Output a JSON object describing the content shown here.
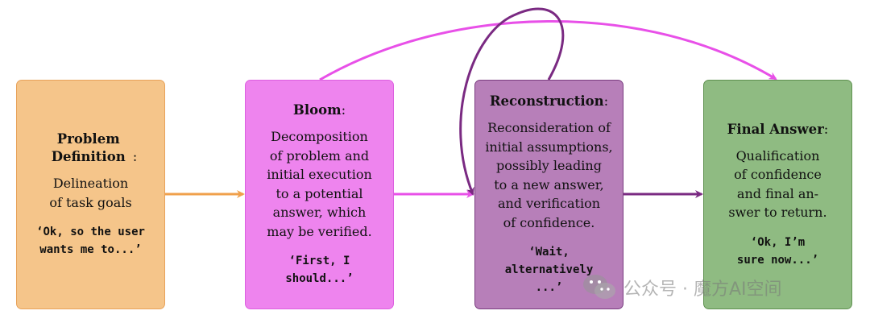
{
  "boxes": [
    {
      "title": "Problem Definition",
      "desc": "Delineation\nof task goals",
      "quote": "‘Ok, so the user\nwants me to...’",
      "color": "#f5c58a"
    },
    {
      "title": "Bloom",
      "desc": "Decomposition\nof problem and\ninitial execution\nto a potential\nanswer, which\nmay be verified.",
      "quote": "‘First, I\nshould...’",
      "color": "#ee84ee"
    },
    {
      "title": "Reconstruction",
      "desc": "Reconsideration of\ninitial assumptions,\npossibly leading\nto a new answer,\nand verification\nof confidence.",
      "quote": "‘Wait,\nalternatively\n...’",
      "color": "#b77fb9"
    },
    {
      "title": "Final Answer",
      "desc": "Qualification\nof confidence\nand final an-\nswer to return.",
      "quote": "‘Ok, I’m\nsure now...’",
      "color": "#8fbb82"
    }
  ],
  "colon": ":",
  "arrow_colors": {
    "orange": "#f0a04b",
    "magenta": "#e850e8",
    "purple": "#7a2a82"
  },
  "watermark": {
    "text": "公众号 · 魔方AI空间",
    "icon": "wechat-icon"
  }
}
